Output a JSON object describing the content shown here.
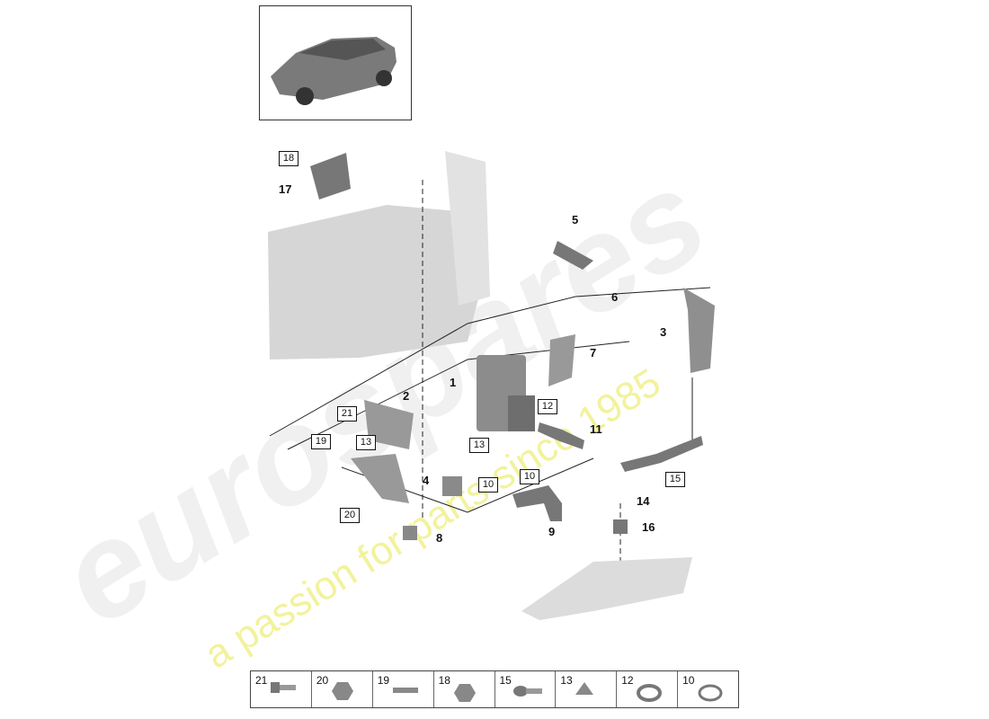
{
  "callouts": [
    {
      "label": "1",
      "boxed": false
    },
    {
      "label": "2",
      "boxed": false
    },
    {
      "label": "3",
      "boxed": false
    },
    {
      "label": "4",
      "boxed": false
    },
    {
      "label": "5",
      "boxed": false
    },
    {
      "label": "6",
      "boxed": false
    },
    {
      "label": "7",
      "boxed": false
    },
    {
      "label": "8",
      "boxed": false
    },
    {
      "label": "9",
      "boxed": false
    },
    {
      "label": "10",
      "boxed": true
    },
    {
      "label": "10",
      "boxed": true
    },
    {
      "label": "11",
      "boxed": false
    },
    {
      "label": "12",
      "boxed": true
    },
    {
      "label": "13",
      "boxed": true
    },
    {
      "label": "13",
      "boxed": true
    },
    {
      "label": "14",
      "boxed": false
    },
    {
      "label": "15",
      "boxed": true
    },
    {
      "label": "16",
      "boxed": false
    },
    {
      "label": "17",
      "boxed": false
    },
    {
      "label": "18",
      "boxed": true
    },
    {
      "label": "19",
      "boxed": true
    },
    {
      "label": "20",
      "boxed": true
    },
    {
      "label": "21",
      "boxed": true
    }
  ],
  "legend": [
    "21",
    "20",
    "19",
    "18",
    "15",
    "13",
    "12",
    "10"
  ],
  "watermark": {
    "brand": "eurospares",
    "tagline": "a passion for parts since 1985"
  }
}
